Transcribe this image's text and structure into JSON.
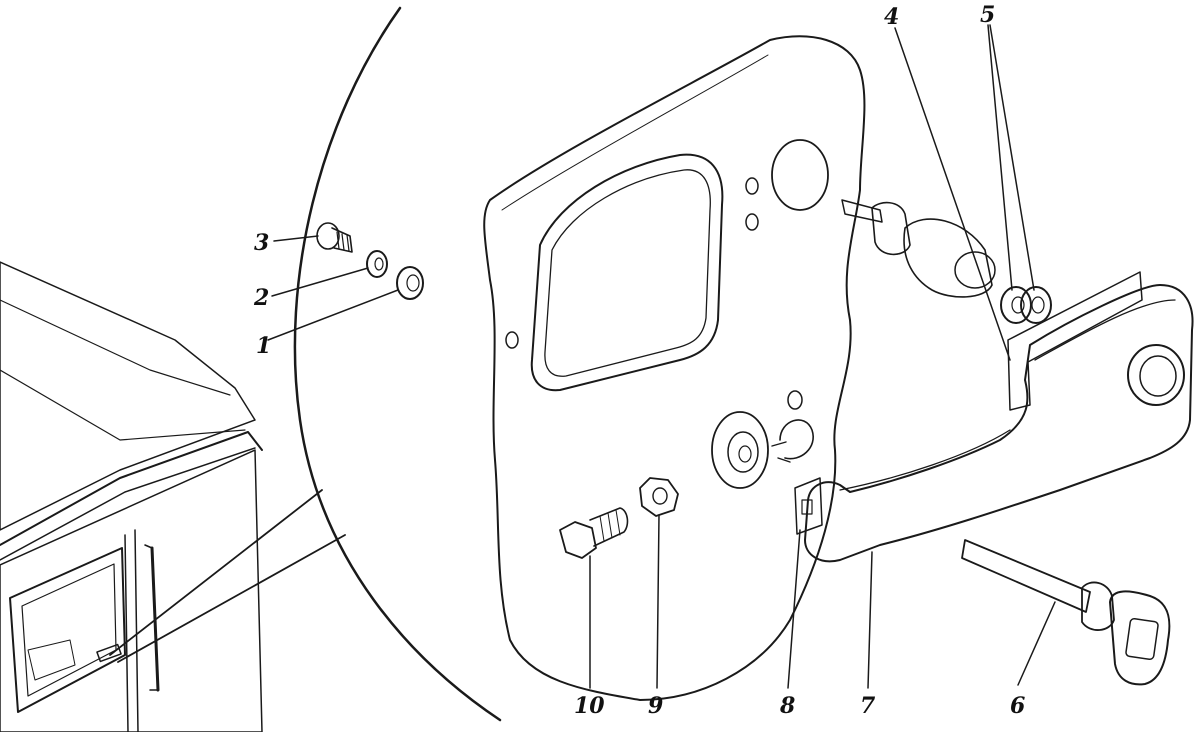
{
  "colors": {
    "ink": "#1a1a1a",
    "paper": "#ffffff",
    "stipple": "#7a7a7a"
  },
  "callouts": {
    "c1": "1",
    "c2": "2",
    "c3": "3",
    "c4": "4",
    "c5": "5",
    "c6": "6",
    "c7": "7",
    "c8": "8",
    "c9": "9",
    "c10": "10"
  }
}
